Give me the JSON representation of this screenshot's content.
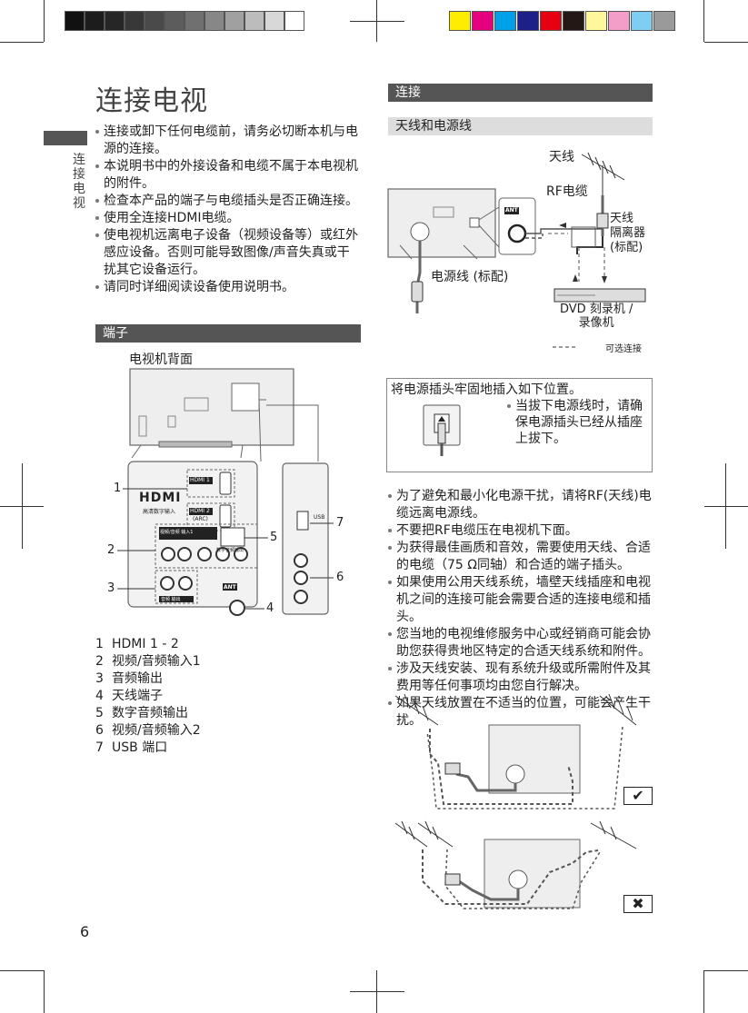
{
  "page": {
    "title": "连接电视",
    "side_label": "连接电视",
    "page_number": "6"
  },
  "color_bar": {
    "gray_swatches": [
      "#111111",
      "#1c1c1c",
      "#262626",
      "#383838",
      "#4a4a4a",
      "#5c5c5c",
      "#707070",
      "#878787",
      "#a0a0a0",
      "#bcbcbc",
      "#d8d8d8",
      "#ffffff"
    ],
    "color_swatches": [
      "#ffed00",
      "#e5007e",
      "#00a0e9",
      "#1d2088",
      "#e60012",
      "#231815",
      "#fff799",
      "#f29ec8",
      "#7ecef4",
      "#9a9a9a"
    ]
  },
  "intro": {
    "bullets": [
      "连接或卸下任何电缆前，请务必切断本机与电源的连接。",
      "本说明书中的外接设备和电缆不属于本电视机的附件。",
      "检查本产品的端子与电缆插头是否正确连接。",
      "使用全连接HDMI电缆。",
      "使电视机远离电子设备（视频设备等）或红外感应设备。否则可能导致图像/声音失真或干扰其它设备运行。",
      "请同时详细阅读设备使用说明书。"
    ]
  },
  "terminals": {
    "heading": "端子",
    "back_label": "电视机背面",
    "panel": {
      "hdmi_logo": "HDMI",
      "hdmi_caption": "高清数字输入",
      "hdmi1": "HDMI 1",
      "hdmi2": "HDMI 2",
      "hdmi2_sub": "(ARC)",
      "ant": "ANT",
      "usb": "USB",
      "av1_label": "视频/音频 输入1",
      "digital_label": "数字音频输出",
      "audio_out_label": "音频 输出"
    },
    "callouts": [
      "1",
      "2",
      "3",
      "4",
      "5",
      "6",
      "7"
    ],
    "items": [
      {
        "num": "1",
        "text": "HDMI 1 - 2"
      },
      {
        "num": "2",
        "text": "视频/音频输入1"
      },
      {
        "num": "3",
        "text": "音频输出"
      },
      {
        "num": "4",
        "text": "天线端子"
      },
      {
        "num": "5",
        "text": "数字音频输出"
      },
      {
        "num": "6",
        "text": "视频/音频输入2"
      },
      {
        "num": "7",
        "text": "USB 端口"
      }
    ]
  },
  "connection": {
    "heading": "连接",
    "subheading": "天线和电源线",
    "antenna": "天线",
    "rf_cable": "RF电缆",
    "isolator": "天线\n隔离器\n(标配)",
    "power_cord": "电源线 (标配)",
    "dvd": "DVD 刻录机 /\n录像机",
    "optional_legend": "可选连接",
    "ant": "ANT"
  },
  "plug_note": {
    "heading": "将电源插头牢固地插入如下位置。",
    "text": "当拔下电源线时，请确保电源插头已经从插座上拔下。"
  },
  "antenna_notes": {
    "bullets": [
      "为了避免和最小化电源干扰，请将RF(天线)电缆远离电源线。",
      "不要把RF电缆压在电视机下面。",
      "为获得最佳画质和音效，需要使用天线、合适的电缆（75 Ω同轴）和合适的端子插头。",
      "如果使用公用天线系统，墙壁天线插座和电视机之间的连接可能会需要合适的连接电缆和插头。",
      "您当地的电视维修服务中心或经销商可能会协助您获得贵地区特定的合适天线系统和附件。",
      "涉及天线安装、现有系统升级或所需附件及其费用等任何事项均由您自行解决。",
      "如果天线放置在不适当的位置，可能会产生干扰。"
    ],
    "good_mark": "✔",
    "bad_mark": "✖"
  }
}
